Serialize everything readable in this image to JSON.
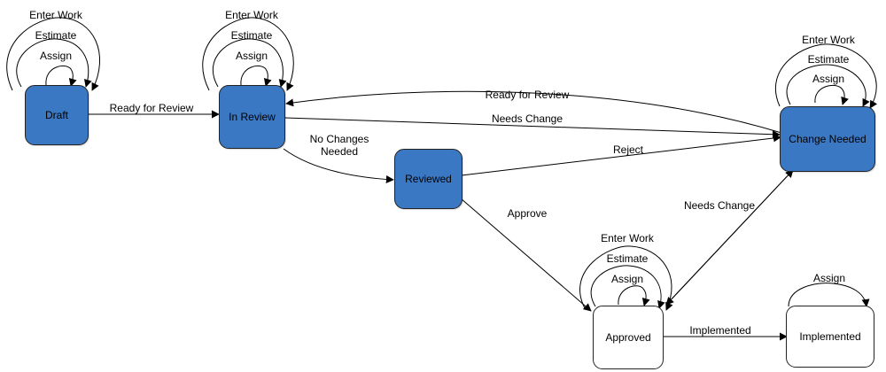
{
  "colors": {
    "active_fill": "#3b78c3",
    "inactive_fill": "#ffffff",
    "stroke": "#000000"
  },
  "states": {
    "draft": "Draft",
    "in_review": "In Review",
    "reviewed": "Reviewed",
    "change_needed": "Change Needed",
    "approved": "Approved",
    "implemented": "Implemented"
  },
  "transitions": {
    "draft_to_review": "Ready for Review",
    "change_to_review": "Ready for Review",
    "review_to_change": "Needs Change",
    "review_to_reviewed": "No Changes\nNeeded",
    "reviewed_to_change": "Reject",
    "reviewed_to_approved": "Approve",
    "approved_to_change": "Needs Change",
    "approved_to_implemented": "Implemented"
  },
  "self_loops": {
    "draft": [
      "Enter Work",
      "Estimate",
      "Assign"
    ],
    "in_review": [
      "Enter Work",
      "Estimate",
      "Assign"
    ],
    "change_needed": [
      "Enter Work",
      "Estimate",
      "Assign"
    ],
    "approved": [
      "Enter Work",
      "Estimate",
      "Assign"
    ],
    "implemented": [
      "Assign"
    ]
  }
}
